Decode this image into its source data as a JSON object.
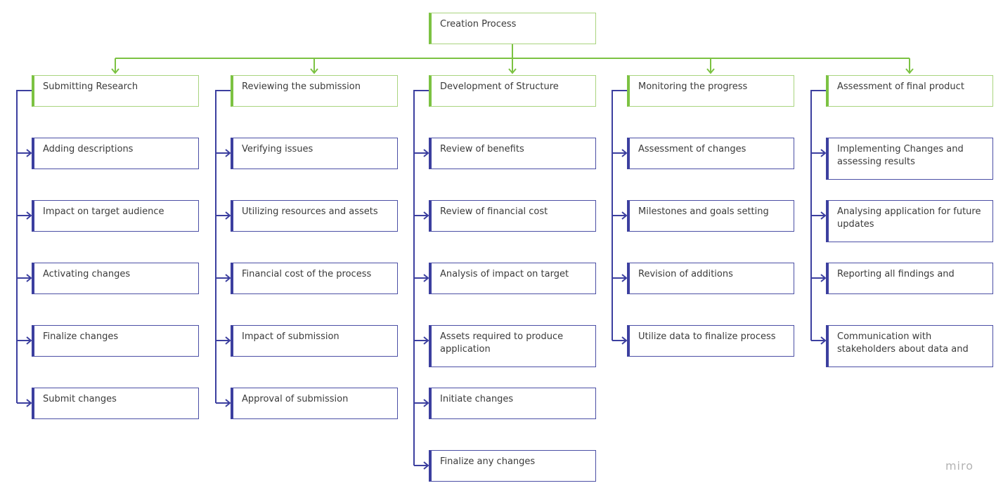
{
  "root": {
    "label": "Creation Process"
  },
  "columns": [
    {
      "heading": "Submitting Research",
      "items": [
        "Adding descriptions",
        "Impact on target audience",
        "Activating changes",
        "Finalize changes",
        "Submit changes"
      ]
    },
    {
      "heading": "Reviewing the submission",
      "items": [
        "Verifying issues",
        "Utilizing resources and assets",
        "Financial cost of the process",
        "Impact of submission",
        "Approval of submission"
      ]
    },
    {
      "heading": "Development of Structure",
      "items": [
        "Review of benefits",
        "Review of financial cost",
        "Analysis of impact on target",
        "Assets required to produce application",
        "Initiate changes",
        "Finalize any changes"
      ]
    },
    {
      "heading": "Monitoring the progress",
      "items": [
        "Assessment of changes",
        "Milestones and goals setting",
        "Revision of additions",
        "Utilize data to finalize process"
      ]
    },
    {
      "heading": "Assessment of final product",
      "items": [
        "Implementing Changes and assessing results",
        "Analysing application for future updates",
        "Reporting all findings and",
        "Communication with stakeholders about data and"
      ]
    }
  ],
  "watermark": "miro",
  "colors": {
    "green": "#7cc242",
    "blue": "#3c3f9f"
  }
}
